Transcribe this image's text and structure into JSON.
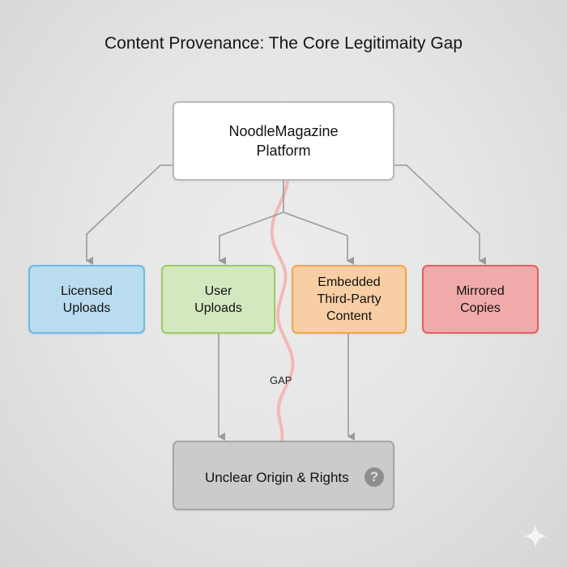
{
  "title": "Content Provenance: The Core Legitimaity Gap",
  "nodes": {
    "platform": {
      "label": "NoodleMagazine\nPlatform"
    },
    "licensed": {
      "label": "Licensed\nUploads",
      "fill": "#b9dcee",
      "border": "#6cb8e6"
    },
    "user": {
      "label": "User\nUploads",
      "fill": "#d4e8c0",
      "border": "#9ccc65"
    },
    "embedded": {
      "label": "Embedded\nThird-Party\nContent",
      "fill": "#f8cfa4",
      "border": "#f2a54a"
    },
    "mirrored": {
      "label": "Mirrored\nCopies",
      "fill": "#f1aaaa",
      "border": "#e06060"
    },
    "unclear": {
      "label": "Unclear Origin & Rights",
      "icon": "question-circle-icon",
      "icon_glyph": "?"
    }
  },
  "edges": [
    {
      "from": "platform",
      "to": "licensed"
    },
    {
      "from": "platform",
      "to": "user"
    },
    {
      "from": "platform",
      "to": "embedded"
    },
    {
      "from": "platform",
      "to": "mirrored"
    },
    {
      "from": "user",
      "to": "unclear"
    },
    {
      "from": "embedded",
      "to": "unclear"
    }
  ],
  "gap": {
    "label": "GAP",
    "line_color": "#f2b8b8"
  },
  "connector_color": "#9a9a9a",
  "watermark": {
    "icon": "sparkle-icon"
  }
}
